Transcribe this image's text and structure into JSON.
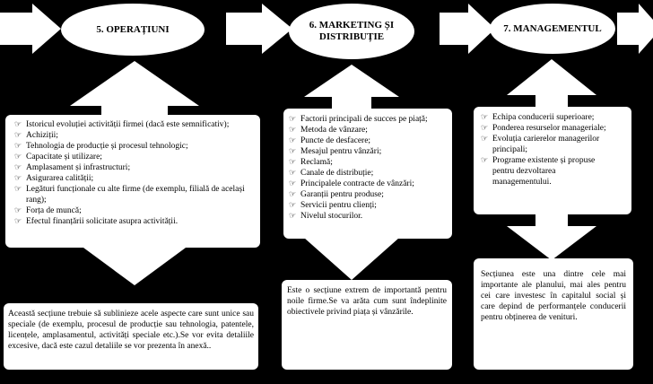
{
  "sections": [
    {
      "title": "5. OPERAȚIUNI",
      "items": [
        "Istoricul evoluției activității firmei (dacă este semnificativ);",
        "Achiziții;",
        "Tehnologia de producție și procesul tehnologic;",
        "Capacitate și utilizare;",
        "Amplasament și infrastructuri;",
        "Asigurarea calității;",
        "Legături funcționale cu alte firme (de exemplu, filială de același rang);",
        "Forța de muncă;",
        "Efectul finanțării solicitate asupra activității."
      ],
      "note": "Această secțiune trebuie să sublinieze acele aspecte care sunt unice sau speciale (de exemplu, procesul de producție sau tehnologia, patentele, licențele, amplasamentul, activități speciale etc.).Se vor evita detaliile excesive, dacă este cazul detaliile se vor prezenta în anexă.."
    },
    {
      "title": "6. MARKETING ȘI DISTRIBUȚIE",
      "items": [
        "Factorii principali de succes pe piață;",
        "Metoda de vânzare;",
        "Puncte de desfacere;",
        "Mesajul pentru vânzări;",
        "Reclamă;",
        "Canale de distribuție;",
        "Principalele contracte de vânzări;",
        "Garanții pentru produse;",
        "Servicii pentru clienți;",
        "Nivelul stocurilor."
      ],
      "note": "Este o secțiune extrem de importantă pentru noile firme.Se va arăta cum sunt îndeplinite obiectivele privind piața și vânzările."
    },
    {
      "title": "7. MANAGEMENTUL",
      "items": [
        "Echipa conducerii superioare;",
        "Ponderea resurselor manageriale;",
        "Evoluția carierelor managerilor principali;",
        "Programe existente și propuse pentru dezvoltarea managementului."
      ],
      "note": "Secțiunea este una dintre cele mai importante ale planului, mai ales pentru cei care investesc în capitalul social și care depind de performanțele conducerii pentru obținerea de venituri."
    }
  ]
}
